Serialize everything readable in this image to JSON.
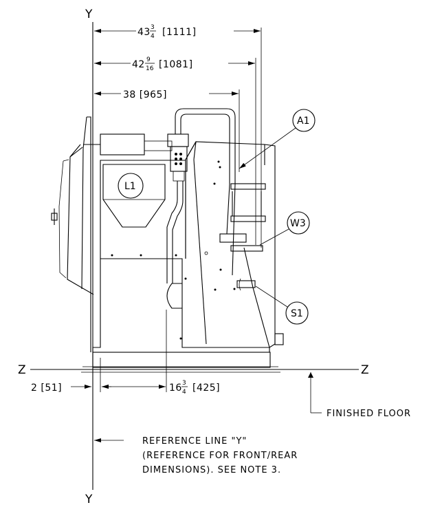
{
  "axes": {
    "y_top": "Y",
    "y_bottom": "Y",
    "z_left": "Z",
    "z_right": "Z"
  },
  "dimensions": {
    "d1": {
      "whole": "43",
      "num": "3",
      "den": "4",
      "metric": "[1111]"
    },
    "d2": {
      "whole": "42",
      "num": "9",
      "den": "16",
      "metric": "[1081]"
    },
    "d3": {
      "text": "38 [965]"
    },
    "d4": {
      "text": "2 [51]"
    },
    "d5": {
      "whole": "16",
      "num": "3",
      "den": "4",
      "metric": "[425]"
    }
  },
  "callouts": {
    "a1": "A1",
    "w3": "W3",
    "s1": "S1",
    "l1": "L1"
  },
  "notes": {
    "finished_floor": "FINISHED FLOOR",
    "reference_line": [
      "REFERENCE LINE \"Y\"",
      "(REFERENCE FOR FRONT/REAR",
      "DIMENSIONS).  SEE NOTE 3."
    ]
  }
}
